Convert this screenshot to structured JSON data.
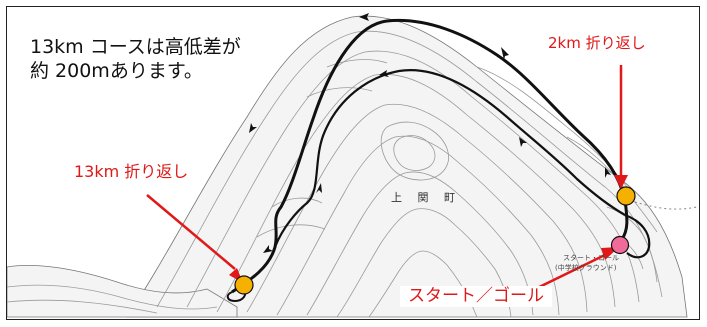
{
  "intro": {
    "line1": "13km コースは高低差が",
    "line2": "約 200mあります。"
  },
  "labels": {
    "turnaround_2km": "2km 折り返し",
    "turnaround_13km": "13km 折り返し",
    "start_goal": "スタート／ゴール"
  },
  "map_text": {
    "town": "上 関 町",
    "start_goal_small": "スタート・ゴール",
    "ground_small": "(中学校グラウンド)"
  },
  "colors": {
    "marker_turnaround": "#f5b000",
    "marker_start_goal": "#f06a9a",
    "arrow_red": "#e01818",
    "course_line": "#111111"
  }
}
